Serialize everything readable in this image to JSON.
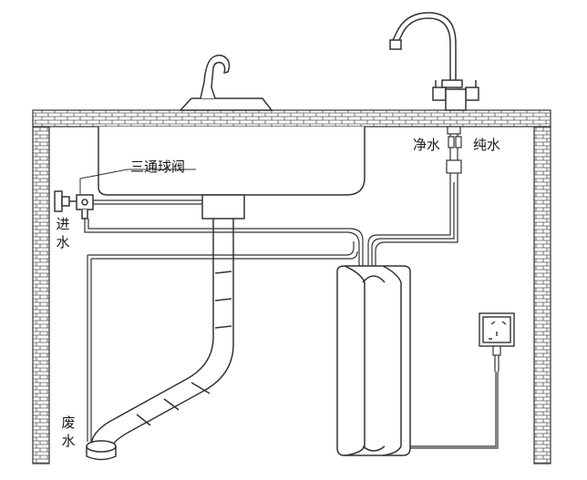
{
  "labels": {
    "three_way_valve": "三通球阀",
    "clean_water": "净水",
    "pure_water": "纯水",
    "water_inlet": [
      "进",
      "水"
    ],
    "waste_water": [
      "废",
      "水"
    ]
  },
  "colors": {
    "line": "#333333",
    "brick_line": "#555555",
    "background": "#ffffff"
  },
  "icons": [
    "brick-wall",
    "faucet",
    "dual-faucet",
    "sink-basin",
    "angle-valve",
    "drain-pipe",
    "filter-unit",
    "power-socket",
    "power-cord"
  ]
}
